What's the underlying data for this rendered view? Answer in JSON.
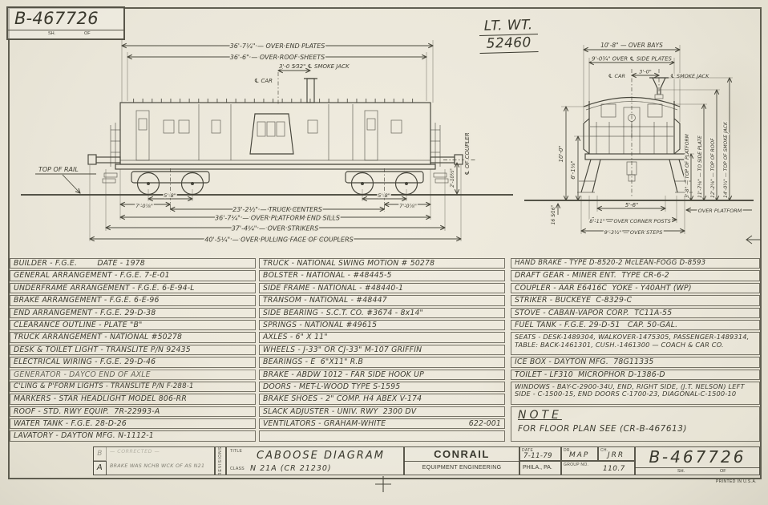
{
  "header": {
    "drawing_number": "B-467726",
    "sh_label": "SH.",
    "of_label": "OF"
  },
  "light_weight": {
    "label": "LT. WT.",
    "value": "52460"
  },
  "side": {
    "end_plates": "36'-7¼\" — OVER END PLATES",
    "roof_sheets": "36'-6\" — OVER ROOF SHEETS",
    "smoke_jack": "3'-0 5⁄32\"  ℄ SMOKE JACK",
    "cl_car": "℄ CAR",
    "top_of_rail": "TOP OF RAIL",
    "left_wheelbase": "5'-8\"",
    "left_overhang": "7'-0⅞\"",
    "right_wheelbase": "5'-8\"",
    "right_overhang": "7'-0⅞\"",
    "truck_centers": "23'-2½\" — TRUCK CENTERS",
    "platform_end_sills": "36'-7¼\" — OVER PLATFORM END SILLS",
    "over_strikers": "37'-4¼\" — OVER STRIKERS",
    "over_couplers": "40'-5¼\" — OVER PULLING FACE OF COUPLERS",
    "coupler_height": "2'-10½\"",
    "cl_coupler": "℄ OF COUPLER"
  },
  "end_view": {
    "over_bays": "10'-8\" — OVER BAYS",
    "over_side_plates": "9'-0¾\" OVER ℄ SIDE PLATES",
    "cl_car": "℄ CAR",
    "jack_offset": "3'-0\"",
    "cl_smoke_jack": "℄ SMOKE JACK",
    "h_10": "10'-0\"",
    "h_6": "6'-1⅛\"",
    "h_16": "16 5⁄16\"",
    "top_platform": "3'-8\" — TOP OF PLATFORM",
    "to_side_plate": "11'-7⅛\" — TO SIDE PLATE",
    "top_roof": "12'-2⅝\" — TOP OF ROOF",
    "top_jack": "14'-0¾\" — TOP OF SMOKE JACK",
    "over_platform": "OVER PLATFORM",
    "w_5_6": "5'-6\"",
    "corner_posts": "8'-11\" — OVER CORNER POSTS",
    "over_steps": "9'-3½\" — OVER STEPS"
  },
  "specs": {
    "col1": [
      "BUILDER - F.G.E.        DATE - 1978",
      "GENERAL ARRANGEMENT - F.G.E. 7-E-01",
      "UNDERFRAME ARRANGEMENT - F.G.E. 6-E-94-L",
      "BRAKE ARRANGEMENT - F.G.E. 6-E-96",
      "END ARRANGEMENT - F.G.E. 29-D-38",
      "CLEARANCE OUTLINE - PLATE \"B\"",
      "TRUCK ARRANGEMENT - NATIONAL #50278",
      "DESK & TOILET LIGHT - TRANSLITE P/N 92435",
      "ELECTRICAL WIRING - F.G.E. 29-D-46",
      "GENERATOR - DAYCO END OF AXLE",
      "C'LING & P'FORM LIGHTS - TRANSLITE P/N F-288-1",
      "MARKERS - STAR HEADLIGHT MODEL 806-RR",
      "ROOF - STD. RWY EQUIP.  7R-22993-A",
      "WATER TANK - F.G.E. 28-D-26",
      "LAVATORY - DAYTON MFG. N-1112-1"
    ],
    "col2": [
      "TRUCK - NATIONAL SWING MOTION # 50278",
      "BOLSTER - NATIONAL - #48445-5",
      "SIDE FRAME - NATIONAL - #48440-1",
      "TRANSOM - NATIONAL - #48447",
      "SIDE BEARING - S.C.T. CO. #3674 - 8x14\"",
      "SPRINGS - NATIONAL #49615",
      "AXLES - 6\" X 11\"",
      "WHEELS - J-33\" OR CJ-33\" M-107 GRIFFIN",
      "BEARINGS - E  6\"X11\" R.B",
      "BRAKE - ABDW 1012 - FAR SIDE HOOK UP",
      "DOORS - MET-L-WOOD TYPE S-1595",
      "BRAKE SHOES - 2\" COMP. H4 ABEX V-174",
      "SLACK ADJUSTER - UNIV. RWY  2300 DV",
      "VENTILATORS - GRAHAM-WHITE"
    ],
    "ventilators_no": "622-001",
    "col3": [
      "HAND BRAKE - TYPE D-8520-2 McLEAN-FOGG D-8593",
      "DRAFT GEAR - MINER ENT.  TYPE CR-6-2",
      "COUPLER - AAR E6416C  YOKE - Y40AHT (WP)",
      "STRIKER - BUCKEYE  C-8329-C",
      "STOVE - CABAN-VAPOR CORP.  TC11A-55",
      "FUEL TANK - F.G.E. 29-D-51   CAP. 50-GAL.",
      "SEATS - DESK-1489304, WALKOVER-1475305, PASSENGER-1489314, TABLE: BACK-1461301, CUSH.-1461300 — COACH & CAR CO.",
      "ICE BOX - DAYTON MFG.  78G11335",
      "TOILET - LF310  MICROPHOR D-1386-D",
      "WINDOWS - BAY-C-2900-34U, END, RIGHT SIDE, (J.T. NELSON) LEFT SIDE - C-1500-15, END DOORS C-1700-23, DIAGONAL-C-1500-10"
    ],
    "note_title": "NOTE",
    "note_text": "FOR FLOOR PLAN SEE (CR-B-467613)"
  },
  "title_block": {
    "rev_b_letter": "B",
    "rev_b_text": "— CORRECTED —",
    "rev_a_letter": "A",
    "rev_a_text": "BRAKE WAS NCHB  WCK OF AS N21",
    "revisions_label": "REVISIONS",
    "title_label": "TITLE",
    "title": "CABOOSE DIAGRAM",
    "class_label": "CLASS",
    "class_value": "N 21A (CR 21230)",
    "company": "CONRAIL",
    "department": "EQUIPMENT ENGINEERING",
    "date_label": "DATE",
    "date": "7-11-79",
    "dr_label": "DR.",
    "dr": "MAP",
    "ch_label": "CH.",
    "ch": "JRR",
    "place": "PHILA., PA.",
    "group_label": "GROUP NO.",
    "group": "110.7",
    "number": "B-467726",
    "sh_label": "SH.",
    "of_label": "OF"
  },
  "footer": {
    "printed": "PRINTED IN U.S.A."
  }
}
